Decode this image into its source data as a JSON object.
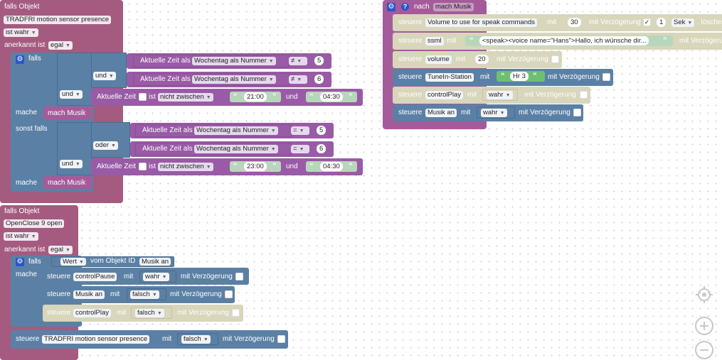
{
  "labels": {
    "falls_objekt": "falls Objekt",
    "ist_wahr": "ist wahr",
    "anerkannt_ist": "anerkannt ist",
    "egal": "egal",
    "falls": "falls",
    "mache": "mache",
    "sonst_falls": "sonst falls",
    "und": "und",
    "oder": "oder",
    "aktuelle_zeit_als": "Aktuelle Zeit als",
    "wochentag": "Wochentag als Nummer",
    "aktuelle_zeit": "Aktuelle Zeit",
    "ist": "ist",
    "nicht_zwischen": "nicht zwischen",
    "mach_musik": "mach Musik",
    "nach": "nach",
    "steuere": "steuere",
    "mit": "mit",
    "mit_verzoegerung": "mit Verzögerung",
    "sek": "Sek",
    "loeschen": ", löschen",
    "wert": "Wert",
    "vom_objekt_id": "vom Objekt ID",
    "wahr": "wahr",
    "falsch": "falsch"
  },
  "event1": {
    "object": "TRADFRI motion sensor  presence",
    "if1": {
      "op1": "≠",
      "val1": "5",
      "op2": "≠",
      "val2": "6",
      "time_from": "21:00",
      "time_to": "04:30"
    },
    "if2": {
      "op1": "=",
      "val1": "5",
      "op2": "=",
      "val2": "6",
      "time_from": "23:00",
      "time_to": "04:30"
    }
  },
  "event2": {
    "object": "OpenClose 9 open",
    "cond_object": "Musik an",
    "actions": [
      {
        "state": "controlPause",
        "value": "wahr"
      },
      {
        "state": "Musik an",
        "value": "falsch"
      },
      {
        "state": "controlPlay",
        "value": "falsch"
      }
    ],
    "final": {
      "state": "TRADFRI motion sensor  presence",
      "value": "falsch"
    }
  },
  "function": {
    "name": "mach Musik",
    "rows": [
      {
        "state": "Volume to use for speak commands",
        "value": "30",
        "delay": "1"
      },
      {
        "state": "ssml",
        "value": "<speak><voice name=\"Hans\">Hallo, ich wünsche dir..."
      },
      {
        "state": "volume",
        "value": "20"
      },
      {
        "state": "TuneIn-Station",
        "value": "Hr 3"
      },
      {
        "state": "controlPlay",
        "value": "wahr"
      },
      {
        "state": "Musik an",
        "value": "wahr"
      }
    ]
  },
  "colors": {
    "event": "#a55b80",
    "logic": "#5b80a5",
    "time": "#995ba5",
    "control": "#5b80a5",
    "control_disabled": "#d8d6bb",
    "procedure": "#a55b99",
    "text": "#5ba55b"
  }
}
